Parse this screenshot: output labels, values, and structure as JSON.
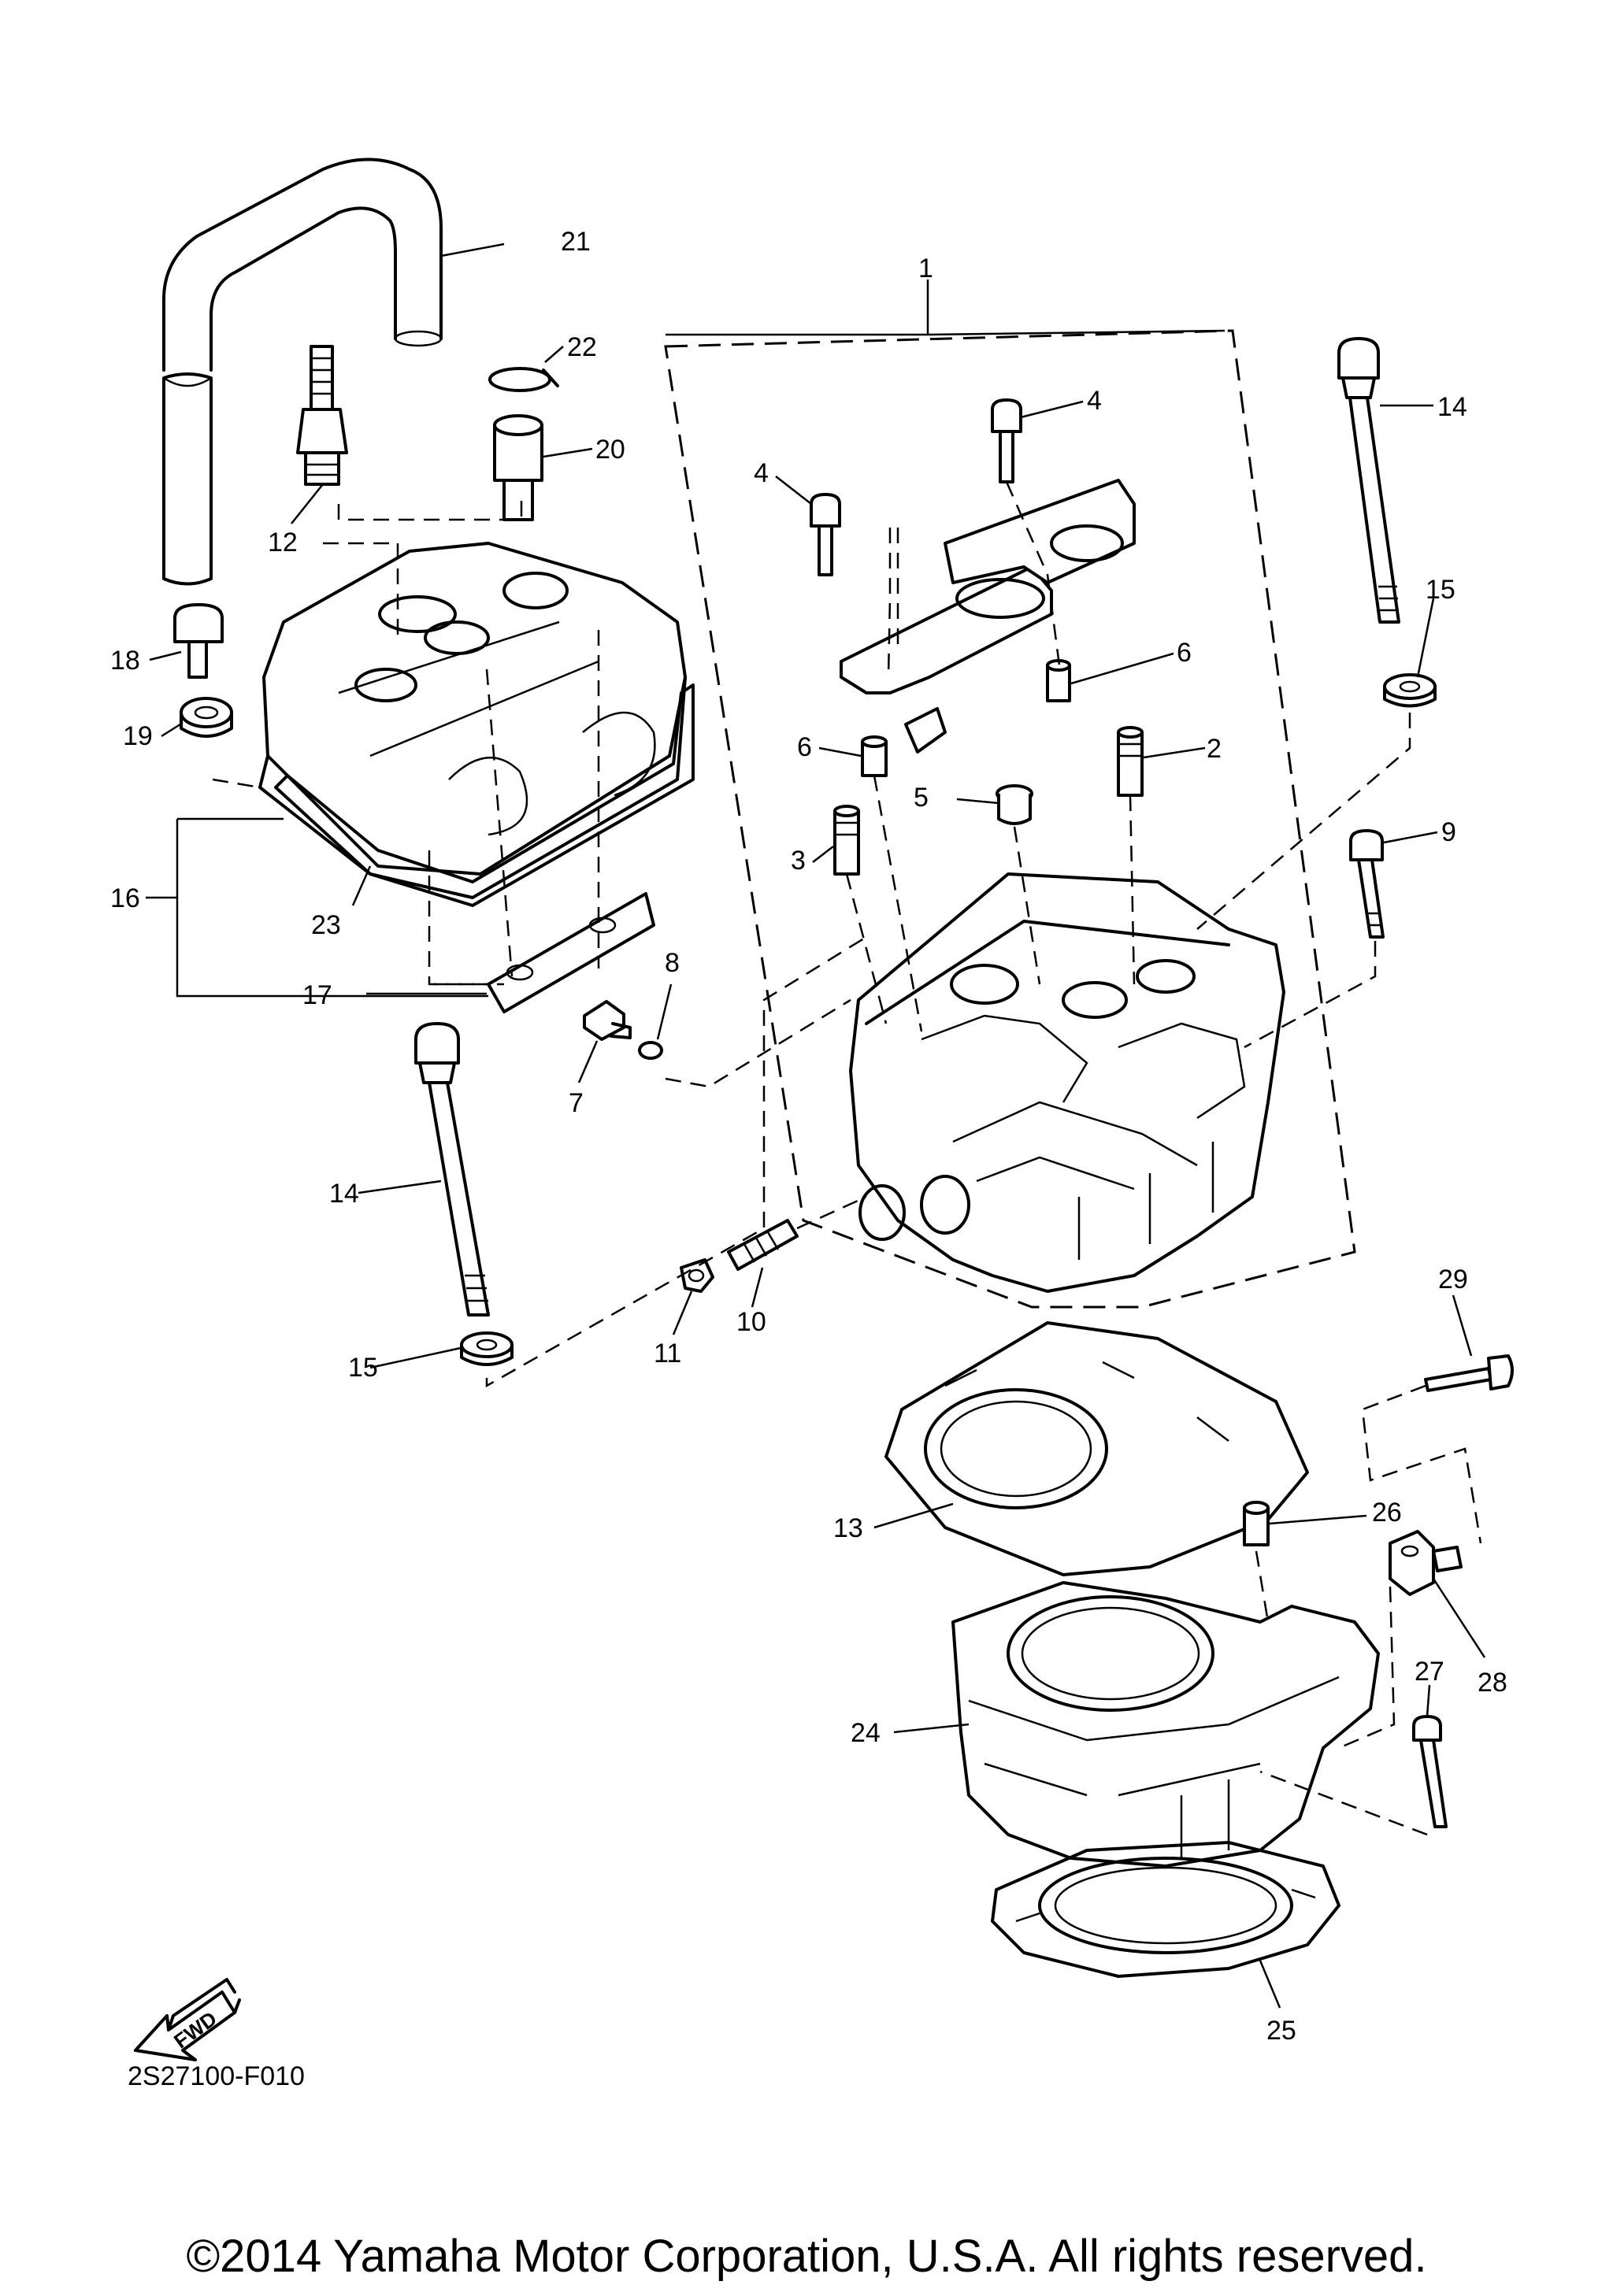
{
  "diagram": {
    "callouts": {
      "c1": "1",
      "c2": "2",
      "c3": "3",
      "c4a": "4",
      "c4b": "4",
      "c5": "5",
      "c6a": "6",
      "c6b": "6",
      "c7": "7",
      "c8": "8",
      "c9": "9",
      "c10": "10",
      "c11": "11",
      "c12": "12",
      "c13": "13",
      "c14a": "14",
      "c14b": "14",
      "c15a": "15",
      "c15b": "15",
      "c16": "16",
      "c17": "17",
      "c18": "18",
      "c19": "19",
      "c20": "20",
      "c21": "21",
      "c22": "22",
      "c23": "23",
      "c24": "24",
      "c25": "25",
      "c26": "26",
      "c27": "27",
      "c28": "28",
      "c29": "29"
    },
    "fwd_label": "FWD",
    "reference_code": "2S27100-F010"
  },
  "footer": {
    "copyright": "©2014 Yamaha Motor Corporation, U.S.A. All rights reserved."
  }
}
